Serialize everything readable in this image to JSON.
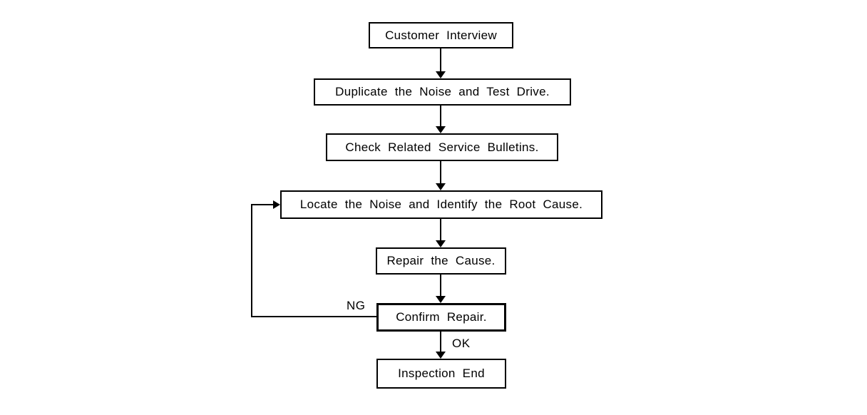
{
  "flowchart": {
    "type": "flowchart",
    "background": "#ffffff",
    "line_color": "#000000",
    "box_fill": "#ffffff",
    "text_color": "#000000",
    "nodes": [
      {
        "id": "customer-interview",
        "label": "Customer Interview"
      },
      {
        "id": "duplicate-noise-and-test-drive",
        "label": "Duplicate the Noise and Test Drive."
      },
      {
        "id": "check-related-service-bulletins",
        "label": "Check Related Service Bulletins."
      },
      {
        "id": "locate-noise-identify-root-cause",
        "label": "Locate the Noise and Identify the Root Cause."
      },
      {
        "id": "repair-the-cause",
        "label": "Repair the Cause."
      },
      {
        "id": "confirm-repair",
        "label": "Confirm Repair.",
        "border": "bold"
      },
      {
        "id": "inspection-end",
        "label": "Inspection End"
      }
    ],
    "edges": [
      {
        "from": "customer-interview",
        "to": "duplicate-noise-and-test-drive",
        "label": ""
      },
      {
        "from": "duplicate-noise-and-test-drive",
        "to": "check-related-service-bulletins",
        "label": ""
      },
      {
        "from": "check-related-service-bulletins",
        "to": "locate-noise-identify-root-cause",
        "label": ""
      },
      {
        "from": "locate-noise-identify-root-cause",
        "to": "repair-the-cause",
        "label": ""
      },
      {
        "from": "repair-the-cause",
        "to": "confirm-repair",
        "label": ""
      },
      {
        "from": "confirm-repair",
        "to": "inspection-end",
        "label": "OK"
      },
      {
        "from": "confirm-repair",
        "to": "locate-noise-identify-root-cause",
        "label": "NG"
      }
    ],
    "edge_labels": {
      "ng": "NG",
      "ok": "OK"
    }
  }
}
